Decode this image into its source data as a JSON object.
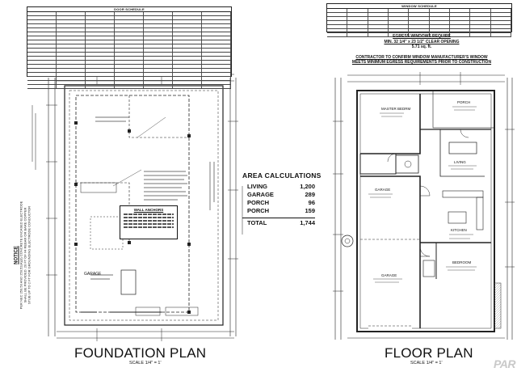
{
  "door_schedule": {
    "title": "DOOR SCHEDULE"
  },
  "window_schedule": {
    "title": "WINDOW SCHEDULE"
  },
  "egress": {
    "line1": "EGRESS WINDOWS REQUIRE",
    "line2": "MIN. 32 1/4\" x 23 1/2\" CLEAR OPENING",
    "line3": "5.71 sq. ft.",
    "line4": "CONTRACTOR TO CONFIRM WINDOW MANUFACTURER'S WINDOW",
    "line5": "MEETS MINIMUM EGRESS REQUIREMENTS PRIOR TO CONSTRUCTION"
  },
  "area": {
    "title": "AREA CALCULATIONS",
    "rows": [
      {
        "label": "LIVING",
        "value": "1,200"
      },
      {
        "label": "GARAGE",
        "value": "289"
      },
      {
        "label": "PORCH",
        "value": "96"
      },
      {
        "label": "PORCH",
        "value": "159"
      }
    ],
    "total_label": "TOTAL",
    "total_value": "1,744"
  },
  "foundation": {
    "title": "FOUNDATION PLAN",
    "scale": "SCALE 1/4\" = 1'",
    "wall_anchors": "WALL ANCHORS",
    "garage": "GARAGE"
  },
  "floor": {
    "title": "FLOOR PLAN",
    "scale": "SCALE 1/4\" = 1'",
    "rooms": {
      "master_bedroom": "MASTER BEDRM",
      "porch_top": "PORCH",
      "garage": "GARAGE",
      "bedroom": "BEDROOM",
      "kitchen": "KITCHEN",
      "living": "LIVING"
    }
  },
  "notice": {
    "title": "NOTICE",
    "text1": "PER NEC 250.50 AND 250.52(A)(3) CONCRETE ENCASED ELECTRODE",
    "text2": "SHALL BE PROVIDED. 20 FT OF #4 REBAR OR BARE COPPER",
    "text3": "STUB UP TO 2 FT FOR GROUNDING ELECTRODE CONDUCTOR"
  },
  "watermark": "PAR"
}
